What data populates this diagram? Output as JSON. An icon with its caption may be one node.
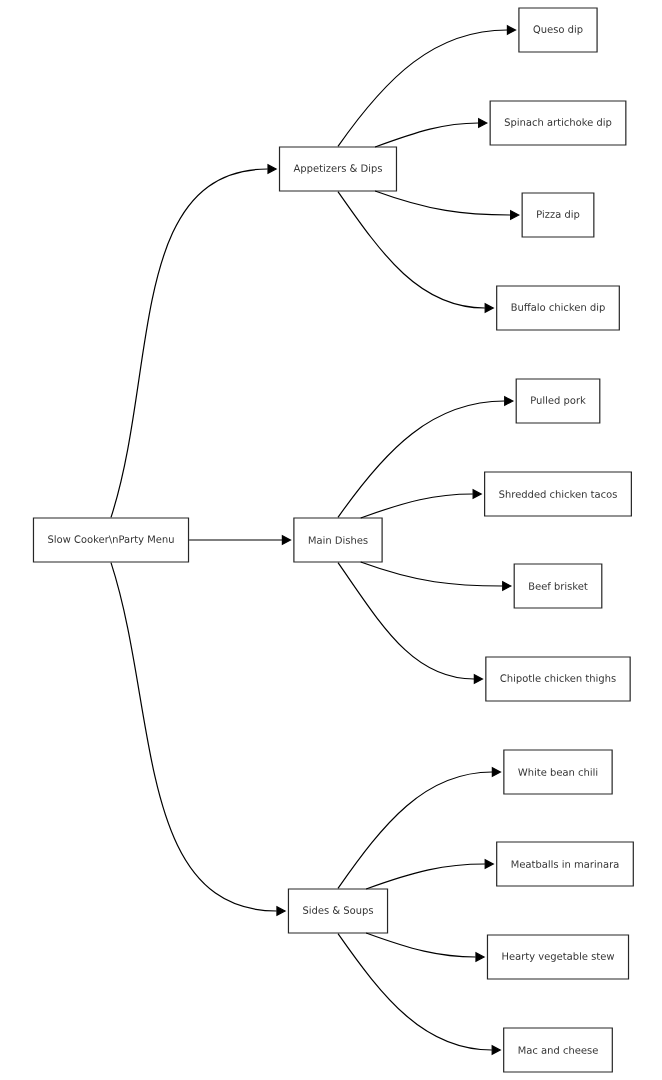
{
  "diagram": {
    "nodes": [
      {
        "text": [
          "Slow Cooker\\nParty Menu"
        ]
      },
      {
        "text": [
          "Appetizers & Dips"
        ]
      },
      {
        "text": [
          "Main Dishes"
        ]
      },
      {
        "text": [
          "Sides & Soups"
        ]
      },
      {
        "text": [
          "Queso dip"
        ]
      },
      {
        "text": [
          "Spinach artichoke dip"
        ]
      },
      {
        "text": [
          "Pizza dip"
        ]
      },
      {
        "text": [
          "Buffalo chicken dip"
        ]
      },
      {
        "text": [
          "Pulled pork"
        ]
      },
      {
        "text": [
          "Shredded chicken tacos"
        ]
      },
      {
        "text": [
          "Beef brisket"
        ]
      },
      {
        "text": [
          "Chipotle chicken thighs"
        ]
      },
      {
        "text": [
          "White bean chili"
        ]
      },
      {
        "text": [
          "Meatballs in marinara"
        ]
      },
      {
        "text": [
          "Hearty vegetable stew"
        ]
      },
      {
        "text": [
          "Mac and cheese"
        ]
      }
    ],
    "edges": [
      {
        "from": 0,
        "to": 1,
        "arrow": "to"
      },
      {
        "from": 0,
        "to": 2,
        "arrow": "to"
      },
      {
        "from": 0,
        "to": 3,
        "arrow": "to"
      },
      {
        "from": 1,
        "to": 4,
        "arrow": "to"
      },
      {
        "from": 1,
        "to": 5,
        "arrow": "to"
      },
      {
        "from": 1,
        "to": 6,
        "arrow": "to"
      },
      {
        "from": 1,
        "to": 7,
        "arrow": "to"
      },
      {
        "from": 2,
        "to": 8,
        "arrow": "to"
      },
      {
        "from": 2,
        "to": 9,
        "arrow": "to"
      },
      {
        "from": 2,
        "to": 10,
        "arrow": "to"
      },
      {
        "from": 2,
        "to": 11,
        "arrow": "to"
      },
      {
        "from": 3,
        "to": 12,
        "arrow": "to"
      },
      {
        "from": 3,
        "to": 13,
        "arrow": "to"
      },
      {
        "from": 3,
        "to": 14,
        "arrow": "to"
      },
      {
        "from": 3,
        "to": 15,
        "arrow": "to"
      }
    ]
  }
}
